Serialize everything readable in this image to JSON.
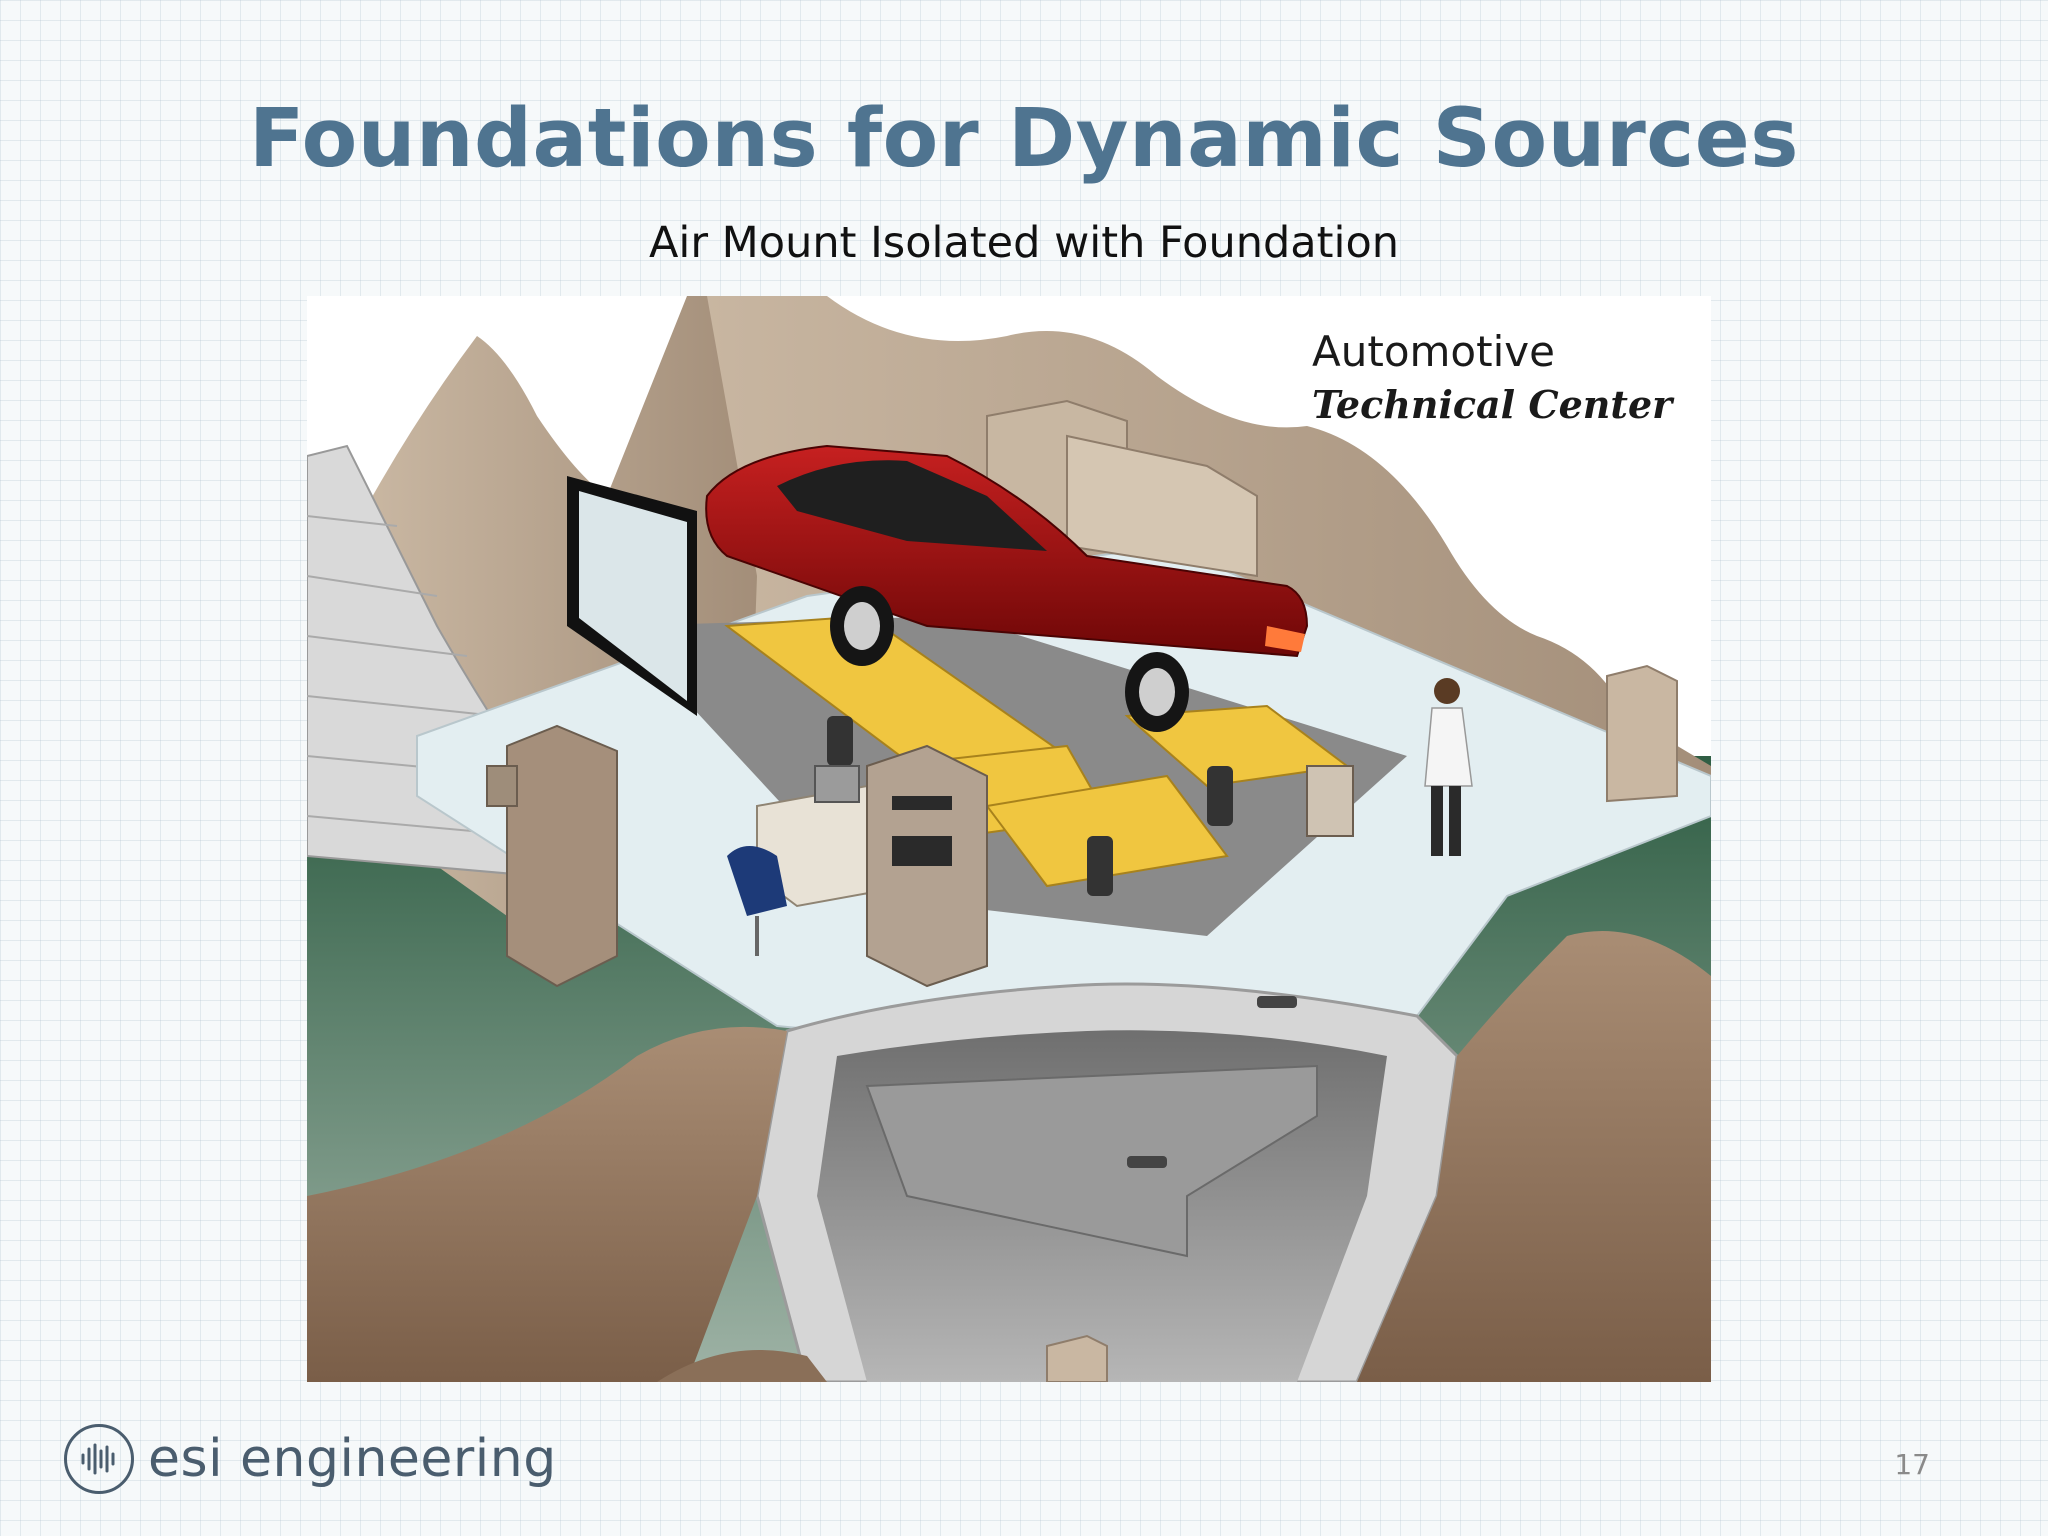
{
  "slide": {
    "title": "Foundations for Dynamic Sources",
    "subtitle": "Air Mount Isolated with Foundation",
    "page_number": "17"
  },
  "illustration": {
    "caption_line1": "Automotive",
    "caption_line2": "Technical Center"
  },
  "footer": {
    "logo_text": "esi engineering",
    "logo_icon": "sound-wave-circle-icon"
  },
  "colors": {
    "title": "#4f7490",
    "logo": "#4a5d6e",
    "car": "#9e1212",
    "earth": "#8c7059",
    "grass": "#3e6b4f"
  }
}
